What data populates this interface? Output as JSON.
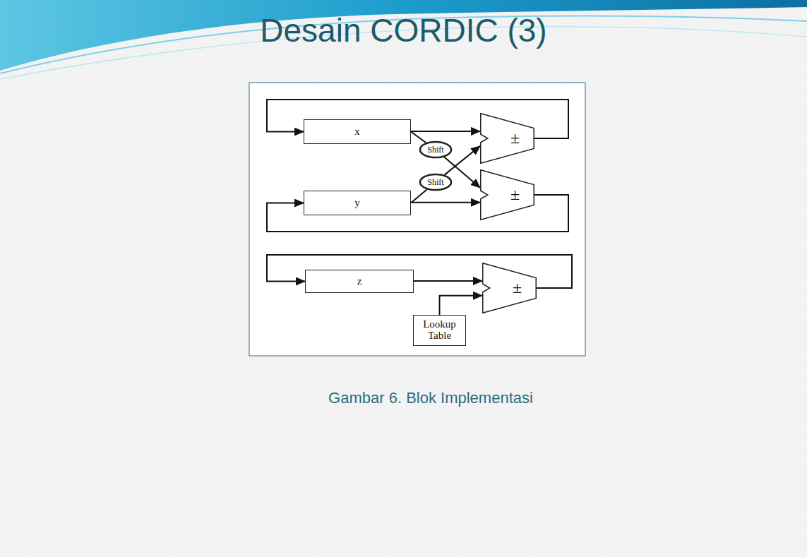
{
  "diagram": {
    "title": "Desain CORDIC (3)",
    "caption": "Gambar 6. Blok Implementasi",
    "nodes": [
      {
        "text": [
          "x"
        ]
      },
      {
        "text": [
          "Shift"
        ]
      },
      {
        "text": [
          "Shift"
        ]
      },
      {
        "text": [
          "±"
        ]
      },
      {
        "text": [
          "±"
        ]
      },
      {
        "text": [
          "y"
        ]
      },
      {
        "text": [
          "z"
        ]
      },
      {
        "text": [
          "±"
        ]
      },
      {
        "text": [
          "Lookup Table"
        ]
      }
    ],
    "edges": [
      {
        "from": 0,
        "to": 1,
        "arrow": "none"
      },
      {
        "from": 1,
        "to": 4,
        "arrow": "to"
      },
      {
        "from": 5,
        "to": 2,
        "arrow": "none"
      },
      {
        "from": 2,
        "to": 3,
        "arrow": "to"
      },
      {
        "from": 0,
        "to": 3,
        "arrow": "to"
      },
      {
        "from": 5,
        "to": 4,
        "arrow": "to"
      },
      {
        "from": 3,
        "to": 0,
        "arrow": "to"
      },
      {
        "from": 4,
        "to": 5,
        "arrow": "to"
      },
      {
        "from": 6,
        "to": 7,
        "arrow": "to"
      },
      {
        "from": 7,
        "to": 6,
        "arrow": "to"
      },
      {
        "from": 8,
        "to": 7,
        "arrow": "to"
      }
    ]
  }
}
